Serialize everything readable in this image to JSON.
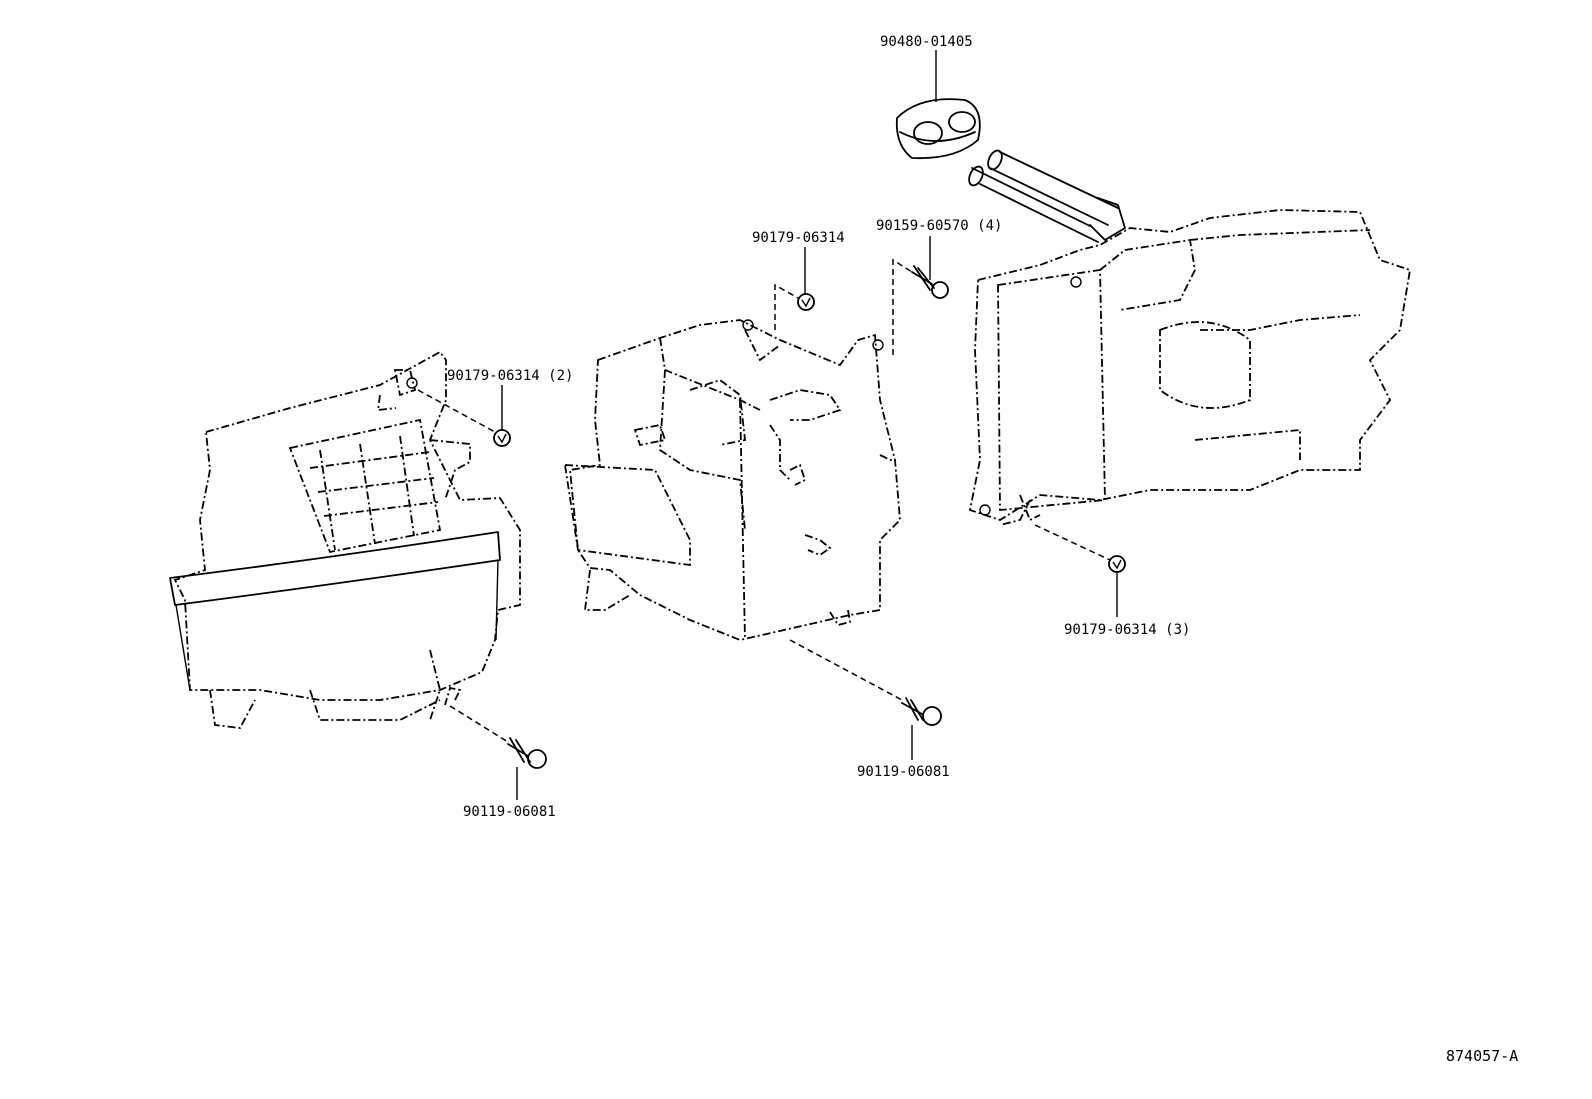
{
  "parts": [
    {
      "part_number": "90480-01405"
    },
    {
      "part_number": "90179-06314"
    },
    {
      "part_number": "90159-60570 (4)"
    },
    {
      "part_number": "90179-06314 (2)"
    },
    {
      "part_number": "90179-06314 (3)"
    },
    {
      "part_number": "90119-06081"
    },
    {
      "part_number": "90119-06081"
    }
  ],
  "diagram_id": "874057-A"
}
